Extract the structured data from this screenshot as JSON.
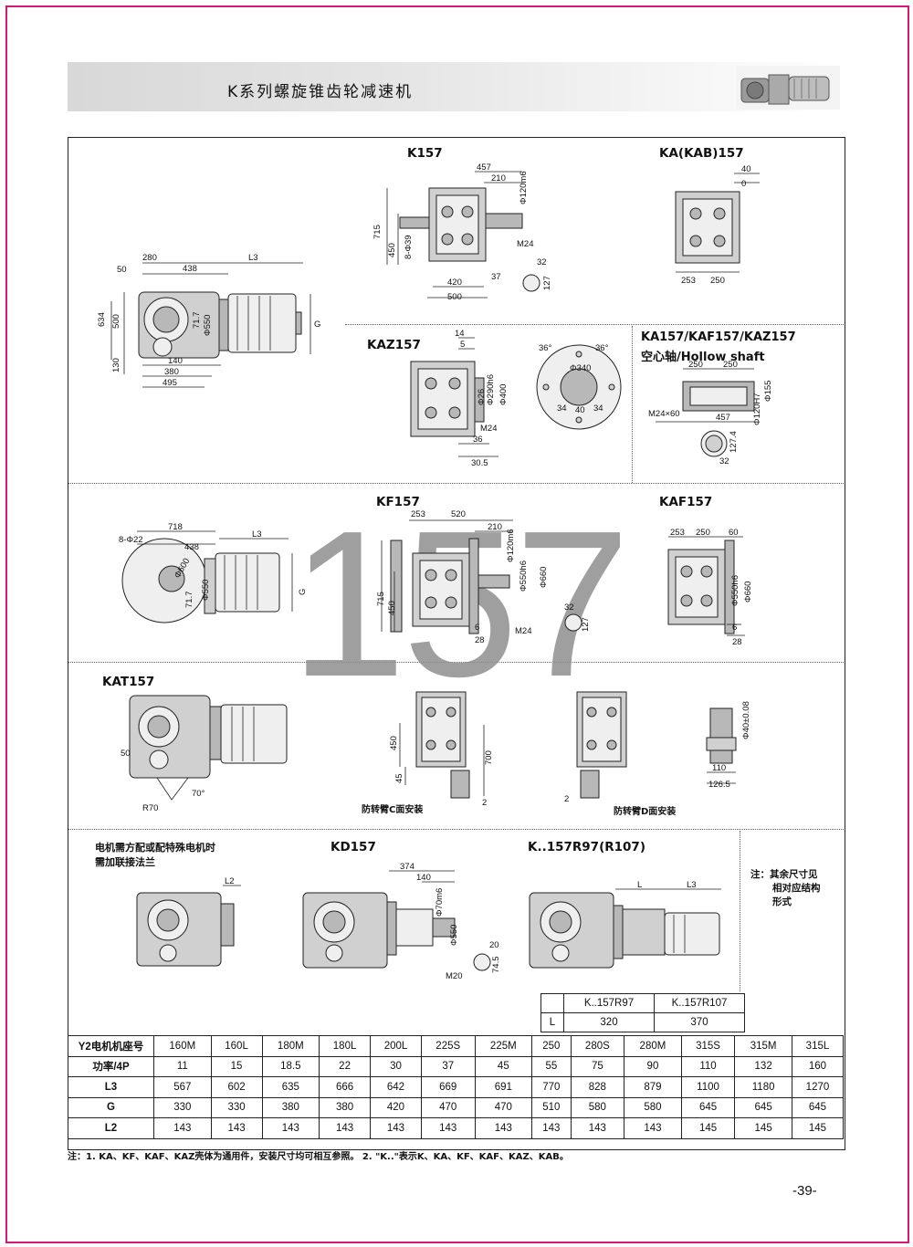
{
  "header": {
    "title": "K系列螺旋锥齿轮减速机"
  },
  "watermark": "157",
  "labels": {
    "k157": "K157",
    "ka157": "KA(KAB)157",
    "kaz157": "KAZ157",
    "hollow1": "KA157/KAF157/KAZ157",
    "hollow2": "空心轴/Hollow shaft",
    "kf157": "KF157",
    "kaf157": "KAF157",
    "kat157": "KAT157",
    "mount_c": "防转臂C面安装",
    "mount_d": "防转臂D面安装",
    "motor_note1": "电机需方配或配特殊电机时",
    "motor_note2": "需加联接法兰",
    "kd157": "KD157",
    "kr97": "K..157R97(R107)",
    "side_note1": "注：其余尺寸见",
    "side_note2": "相对应结构",
    "side_note3": "形式"
  },
  "dims": {
    "main": [
      "280",
      "50",
      "438",
      "L3",
      "634",
      "500",
      "130",
      "140",
      "380",
      "495",
      "Φ550",
      "71.7",
      "G"
    ],
    "k157": [
      "457",
      "210",
      "Φ120m6",
      "715",
      "450",
      "8-Φ39",
      "M24",
      "37",
      "420",
      "500",
      "32",
      "127"
    ],
    "ka": [
      "40",
      "0",
      "253",
      "250"
    ],
    "kaz": [
      "14",
      "5",
      "Φ290h6",
      "Φ26",
      "Φ400",
      "M24",
      "36",
      "30.5",
      "36°",
      "Φ340",
      "34",
      "40"
    ],
    "hollow": [
      "250",
      "250",
      "Φ155",
      "Φ120H7",
      "M24×60",
      "457",
      "127.4",
      "32"
    ],
    "kf": [
      "718",
      "8-Φ22",
      "438",
      "L3",
      "Φ600",
      "71.7",
      "Φ550",
      "G",
      "253",
      "520",
      "210",
      "Φ120m6",
      "Φ550h6",
      "Φ660",
      "715",
      "450",
      "6",
      "28",
      "M24",
      "32",
      "127"
    ],
    "kaf": [
      "253",
      "250",
      "60",
      "Φ550h6",
      "Φ660",
      "6",
      "28"
    ],
    "kat": [
      "50",
      "R70",
      "70°",
      "450",
      "45",
      "700",
      "2",
      "2",
      "Φ40±0.08",
      "110",
      "126.5"
    ],
    "kd": [
      "L2",
      "374",
      "140",
      "Φ70m6",
      "Φ550",
      "20",
      "M20",
      "74.5",
      "L",
      "L3"
    ]
  },
  "l_table": {
    "header": [
      "",
      "K..157R97",
      "K..157R107"
    ],
    "row_label": "L",
    "values": [
      "320",
      "370"
    ]
  },
  "spec_table": {
    "columns": [
      "Y2电机机座号",
      "160M",
      "160L",
      "180M",
      "180L",
      "200L",
      "225S",
      "225M",
      "250",
      "280S",
      "280M",
      "315S",
      "315M",
      "315L"
    ],
    "rows": [
      {
        "label": "功率/4P",
        "values": [
          "11",
          "15",
          "18.5",
          "22",
          "30",
          "37",
          "45",
          "55",
          "75",
          "90",
          "110",
          "132",
          "160"
        ]
      },
      {
        "label": "L3",
        "values": [
          "567",
          "602",
          "635",
          "666",
          "642",
          "669",
          "691",
          "770",
          "828",
          "879",
          "1100",
          "1180",
          "1270"
        ]
      },
      {
        "label": "G",
        "values": [
          "330",
          "330",
          "380",
          "380",
          "420",
          "470",
          "470",
          "510",
          "580",
          "580",
          "645",
          "645",
          "645"
        ]
      },
      {
        "label": "L2",
        "values": [
          "143",
          "143",
          "143",
          "143",
          "143",
          "143",
          "143",
          "143",
          "143",
          "143",
          "145",
          "145",
          "145"
        ]
      }
    ]
  },
  "notes": "注：1. KA、KF、KAF、KAZ壳体为通用件，安装尺寸均可相互参照。  2. \"K..\"表示K、KA、KF、KAF、KAZ、KAB。",
  "page_number": "-39-"
}
